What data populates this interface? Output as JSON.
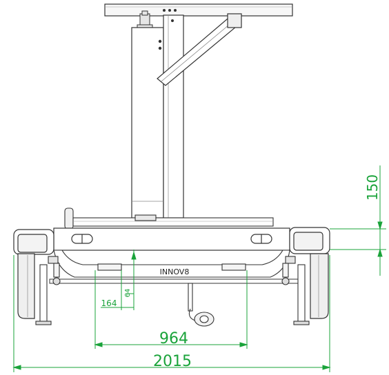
{
  "brand": {
    "label": "INNOV8"
  },
  "dimensions": {
    "overall_width": "2015",
    "track_width": "964",
    "offset_a": "164",
    "offset_b": "64",
    "height": "150"
  },
  "colors": {
    "line": "#333333",
    "line_light": "#777777",
    "dimension": "#1aa33a",
    "fill_light": "#f2f2f2",
    "fill_mid": "#dcdcdc",
    "background": "#ffffff"
  }
}
